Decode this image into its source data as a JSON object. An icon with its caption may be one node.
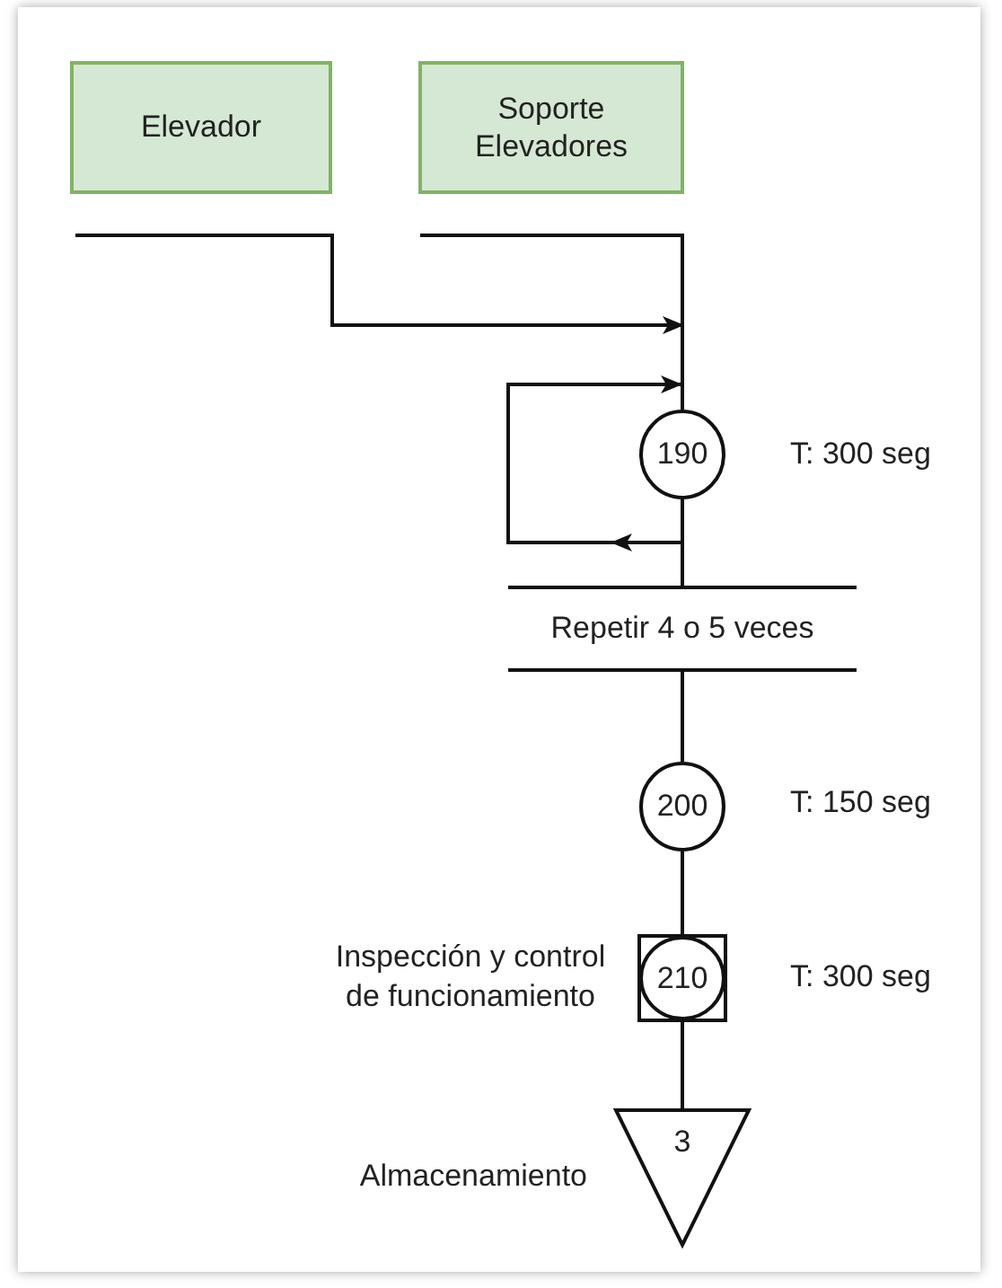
{
  "diagram": {
    "nodes": [
      {
        "text": [
          "Elevador"
        ]
      },
      {
        "text": [
          "Soporte Elevadores"
        ]
      },
      {
        "text": [
          "190"
        ],
        "beside": [
          "T: 300 seg"
        ]
      },
      {
        "text": [
          "Repetir 4 o 5 veces"
        ]
      },
      {
        "text": [
          "200"
        ],
        "beside": [
          "T: 150 seg"
        ]
      },
      {
        "text": [
          "210"
        ],
        "beside": [
          "Inspección y control de funcionamiento",
          "T: 300 seg"
        ]
      },
      {
        "text": [
          "3"
        ],
        "beside": [
          "Almacenamiento"
        ]
      }
    ],
    "edges": [
      {
        "from": 0,
        "to": 2,
        "arrow": "to"
      },
      {
        "from": 1,
        "to": 2,
        "arrow": "none"
      },
      {
        "from": 2,
        "to": 2,
        "arrow": "to"
      },
      {
        "from": 2,
        "to": 3,
        "arrow": "none"
      },
      {
        "from": 3,
        "to": 4,
        "arrow": "none"
      },
      {
        "from": 4,
        "to": 5,
        "arrow": "none"
      },
      {
        "from": 5,
        "to": 6,
        "arrow": "none"
      }
    ]
  }
}
